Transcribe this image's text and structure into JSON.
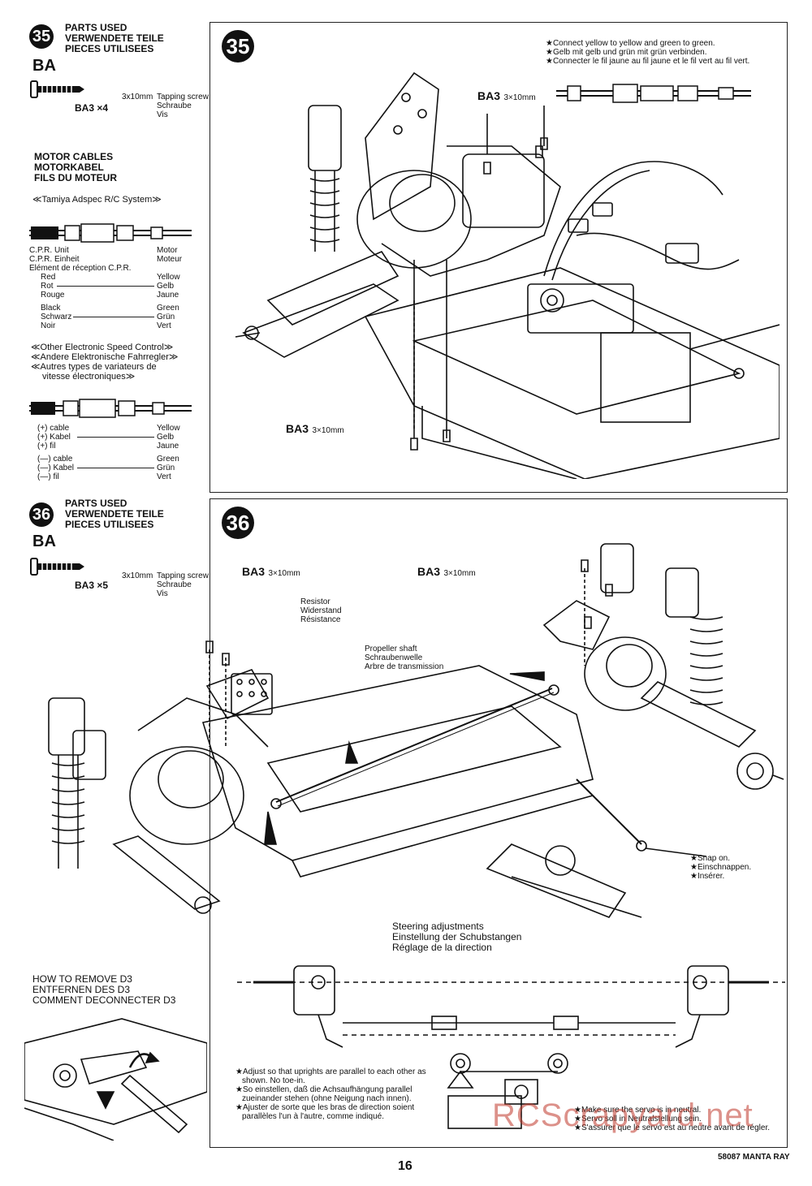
{
  "step35": {
    "num": "35",
    "parts_used": [
      "PARTS USED",
      "VERWENDETE TEILE",
      "PIECES UTILISEES"
    ],
    "bag": "BA",
    "screw_code": "BA3 ×4",
    "screw_size": "3x10mm",
    "screw_names": [
      "Tapping screw",
      "Schraube",
      "Vis"
    ],
    "motor_cables": [
      "MOTOR CABLES",
      "MOTORKABEL",
      "FILS DU MOTEUR"
    ],
    "adspec": "≪Tamiya Adspec R/C System≫",
    "cpr_labels": [
      "C.P.R. Unit",
      "C.P.R. Einheit",
      "Elément de réception C.P.R."
    ],
    "motor_labels": [
      "Motor",
      "Moteur"
    ],
    "red_labels": [
      "Red",
      "Rot",
      "Rouge"
    ],
    "yellow_labels": [
      "Yellow",
      "Gelb",
      "Jaune"
    ],
    "black_labels": [
      "Black",
      "Schwarz",
      "Noir"
    ],
    "green_labels": [
      "Green",
      "Grün",
      "Vert"
    ],
    "other_esc": [
      "≪Other Electronic Speed Control≫",
      "≪Andere Elektronische Fahrregler≫",
      "≪Autres types de variateurs de",
      "vitesse électroniques≫"
    ],
    "plus_labels": [
      "(+) cable",
      "(+) Kabel",
      "(+) fil"
    ],
    "minus_labels": [
      "(—) cable",
      "(—) Kabel",
      "(—) fil"
    ],
    "yellow2": [
      "Yellow",
      "Gelb",
      "Jaune"
    ],
    "green2": [
      "Green",
      "Grün",
      "Vert"
    ],
    "frame_num": "35",
    "connect_notes": [
      "★Connect yellow to yellow and green to green.",
      "★Gelb mit gelb und grün mit grün verbinden.",
      "★Connecter le fil jaune au fil jaune et le fil vert au fil vert."
    ],
    "callout_top": "BA3",
    "callout_top_size": "3×10mm",
    "callout_bottom": "BA3",
    "callout_bottom_size": "3×10mm"
  },
  "step36": {
    "num": "36",
    "parts_used": [
      "PARTS USED",
      "VERWENDETE TEILE",
      "PIECES UTILISEES"
    ],
    "bag": "BA",
    "screw_code": "BA3 ×5",
    "screw_size": "3x10mm",
    "screw_names": [
      "Tapping screw",
      "Schraube",
      "Vis"
    ],
    "frame_num": "36",
    "callout_left": "BA3",
    "callout_left_size": "3×10mm",
    "callout_right": "BA3",
    "callout_right_size": "3×10mm",
    "resistor": [
      "Resistor",
      "Widerstand",
      "Résistance"
    ],
    "propshaft": [
      "Propeller shaft",
      "Schraubenwelle",
      "Arbre de transmission"
    ],
    "snap": [
      "★Snap on.",
      "★Einschnappen.",
      "★Insérer."
    ],
    "steering": [
      "Steering adjustments",
      "Einstellung der Schubstangen",
      "Réglage de la direction"
    ],
    "adjust_notes": [
      "★Adjust so that uprights are parallel to each other as",
      "shown. No toe-in.",
      "★So einstellen, daß die Achsaufhängung parallel",
      "zueinander stehen (ohne Neigung nach innen).",
      "★Ajuster de sorte que les bras de direction soient",
      "parallèles l'un à l'autre, comme indiqué."
    ],
    "servo_notes": [
      "★Make sure the servo is in neutral.",
      "★Servo soll in Neutralstellung sein.",
      "★S'assurer que le servo est au neutre avant de régler."
    ],
    "remove_d3": [
      "HOW TO REMOVE D3",
      "ENTFERNEN DES D3",
      "COMMENT DECONNECTER D3"
    ]
  },
  "watermark": "RCScrapyard.net",
  "footer": {
    "page": "16",
    "model": "58087 MANTA RAY"
  },
  "colors": {
    "ink": "#111111",
    "watermark": "#c0392b"
  }
}
